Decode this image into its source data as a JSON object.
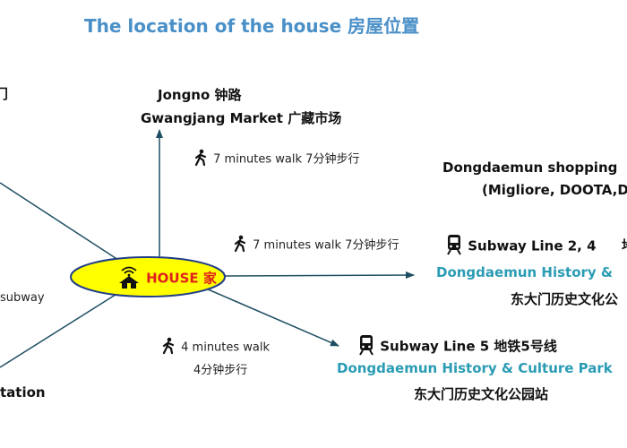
{
  "title": "The location of the house  房屋位置",
  "house": {
    "label": "HOUSE 家"
  },
  "north": {
    "line1": "Jongno  钟路",
    "line2": "Gwangjang Market   广藏市场",
    "walk": "7 minutes walk  7分钟步行"
  },
  "east_top": {
    "line1": "Dongdaemun shopping",
    "line2": "(Migliore, DOOTA,D"
  },
  "east": {
    "walk": "7 minutes walk  7分钟步行",
    "subway": "Subway Line 2, 4",
    "subway_cut": "地",
    "station_en": "Dongdaemun History &",
    "station_cn": "东大门历史文化公"
  },
  "southeast": {
    "walk": "4 minutes walk",
    "walk_cn": "4分钟步行",
    "subway": "Subway Line 5  地铁5号线",
    "station_en": "Dongdaemun History & Culture Park",
    "station_cn": "东大门历史文化公园站"
  },
  "left_cut": {
    "top": "门",
    "middle": "subway",
    "bottom": "tation"
  },
  "colors": {
    "title": "#4a90c8",
    "ellipse_fill": "#ffff00",
    "ellipse_stroke": "#1f3c88",
    "house_text": "#e0201c",
    "arrow": "#1f4e63",
    "station_text": "#2a9cb4"
  },
  "icons": [
    "walk-icon",
    "train-icon",
    "house-wifi-icon"
  ]
}
